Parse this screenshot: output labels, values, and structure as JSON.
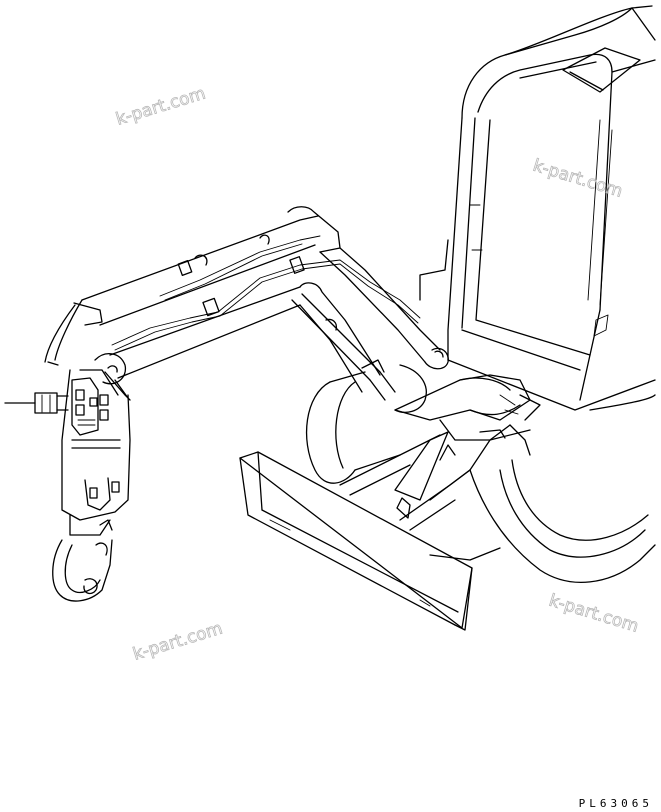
{
  "figure_id": "PL63065",
  "watermarks": [
    "k-part.com",
    "k-part.com",
    "k-part.com",
    "k-part.com"
  ],
  "colors": {
    "ink": "#000000",
    "watermark": "#b8b8b8",
    "background": "#ffffff"
  }
}
